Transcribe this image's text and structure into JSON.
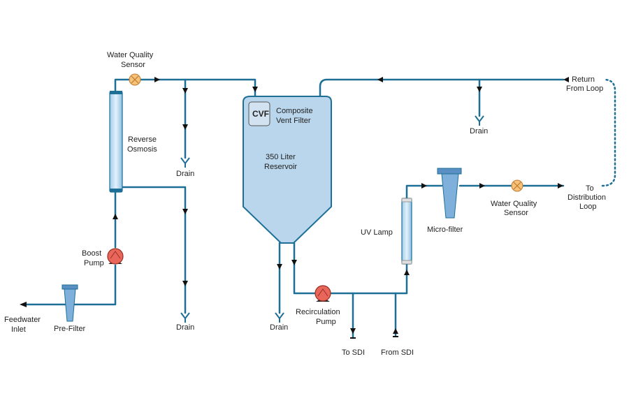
{
  "labels": {
    "feedwater_inlet": [
      "Feedwater",
      "Inlet"
    ],
    "pre_filter": "Pre-Filter",
    "boost_pump": [
      "Boost",
      "Pump"
    ],
    "reverse_osmosis": [
      "Reverse",
      "Osmosis"
    ],
    "water_quality_sensor_1": [
      "Water Quality",
      "Sensor"
    ],
    "drain_ro_top": "Drain",
    "drain_ro_bottom": "Drain",
    "cvf": "CVF",
    "composite_vent_filter": [
      "Composite",
      "Vent Filter"
    ],
    "reservoir": [
      "350 Liter",
      "Reservoir"
    ],
    "drain_reservoir": "Drain",
    "recirculation_pump": [
      "Recirculation",
      "Pump"
    ],
    "to_sdi": "To SDI",
    "from_sdi": "From SDI",
    "uv_lamp": "UV Lamp",
    "micro_filter": "Micro-filter",
    "water_quality_sensor_2": [
      "Water Quality",
      "Sensor"
    ],
    "to_distribution_loop": [
      "To",
      "Distribution",
      "Loop"
    ],
    "return_from_loop": [
      "Return",
      "From Loop"
    ],
    "drain_return": "Drain"
  },
  "colors": {
    "pipe": "#1d6f96",
    "vessel_fill": "#b9d6ec",
    "vessel_stroke": "#1d6f96",
    "pump": "#e8665a",
    "sensor": "#f6c27a"
  }
}
